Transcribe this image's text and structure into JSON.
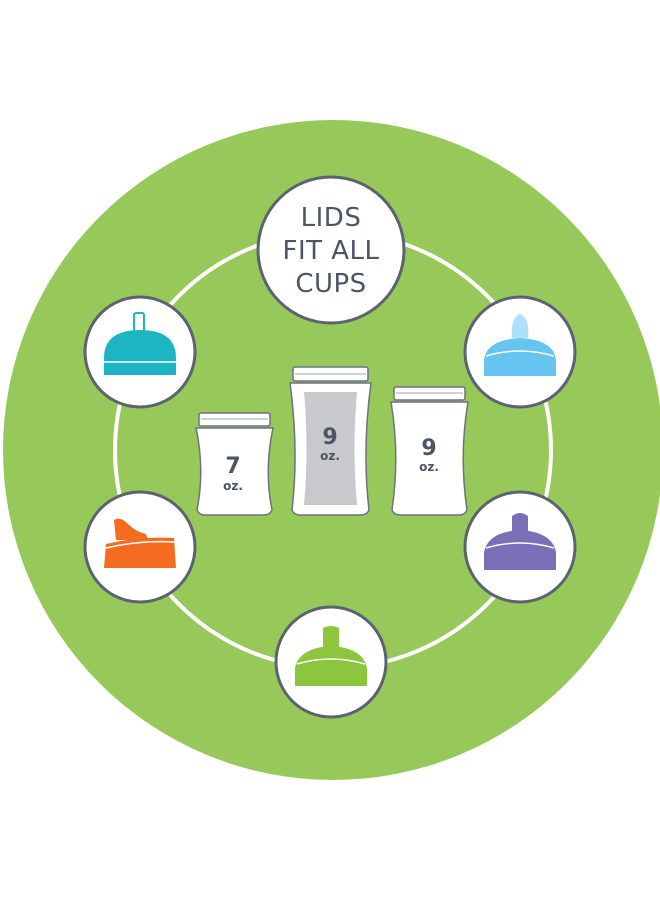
{
  "colors": {
    "background": "#ffffff",
    "ring_fill": "#97c95a",
    "ring_line": "#ffffff",
    "badge_border": "#5b6270",
    "text": "#4b5563",
    "cup_outline": "#6b7280",
    "cup_fill": "#ffffff",
    "cup_tall_fill": "#c7c9cc"
  },
  "title": {
    "lines": [
      "LIDS",
      "FIT ALL",
      "CUPS"
    ]
  },
  "cups": [
    {
      "name": "cup-7oz",
      "size": "7",
      "unit": "oz."
    },
    {
      "name": "cup-9oz-tall",
      "size": "9",
      "unit": "oz."
    },
    {
      "name": "cup-9oz",
      "size": "9",
      "unit": "oz."
    }
  ],
  "lids": [
    {
      "name": "teal-straw-lid-icon",
      "color": "#1db5c4"
    },
    {
      "name": "light-blue-spout-lid-icon",
      "color": "#66c4f0"
    },
    {
      "name": "orange-flip-lid-icon",
      "color": "#f36c21"
    },
    {
      "name": "purple-spout-lid-icon",
      "color": "#7b6fb8"
    },
    {
      "name": "green-spout-lid-icon",
      "color": "#8cc63f"
    }
  ]
}
